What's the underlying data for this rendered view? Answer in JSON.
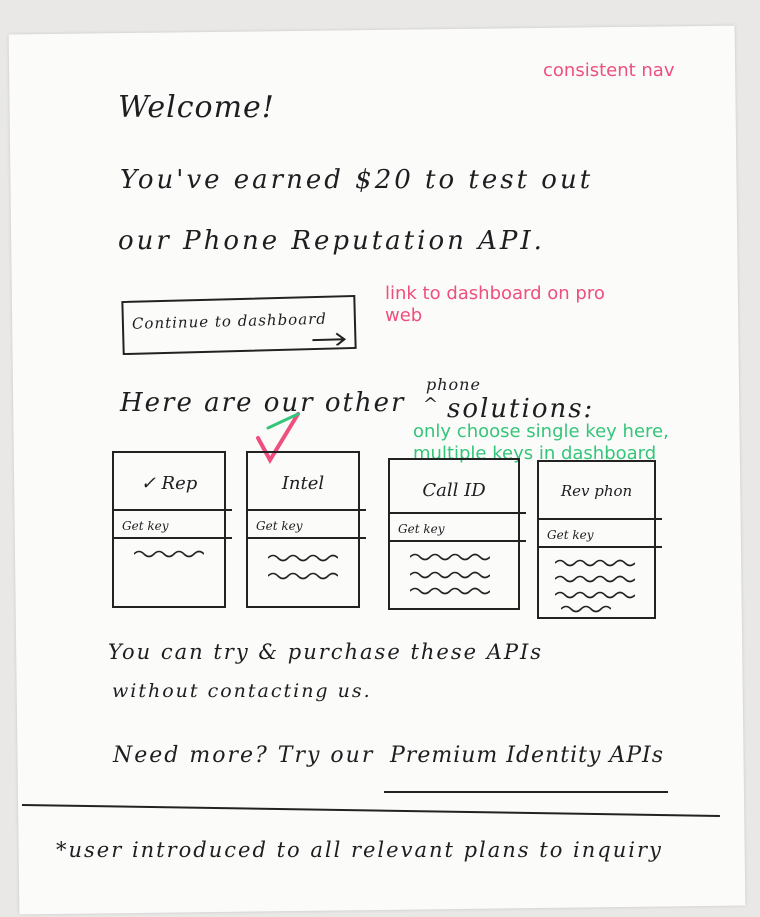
{
  "notes": {
    "nav": "consistent nav",
    "dashboard": "link to dashboard on pro web",
    "keys": "only choose single key here, multiple keys in dashboard"
  },
  "welcome": "Welcome!",
  "intro_line1": "You've earned $20 to test out",
  "intro_line2": "our Phone Reputation API.",
  "button_label": "Continue to dashboard",
  "solutions_prefix": "Here are our other",
  "caret_word": "phone",
  "solutions_suffix": "solutions:",
  "cards": [
    {
      "name": "Rep",
      "checked": true,
      "key": "Get key"
    },
    {
      "name": "Intel",
      "checked": false,
      "key": "Get key"
    },
    {
      "name": "Call ID",
      "checked": false,
      "key": "Get key"
    },
    {
      "name": "Rev phon",
      "checked": false,
      "key": "Get key"
    }
  ],
  "try_line1": "You can try & purchase these APIs",
  "try_line2": "without contacting us.",
  "more_prefix": "Need more? Try our",
  "more_link": "Premium Identity APIs",
  "footnote": "*user introduced to all relevant plans to inquiry",
  "colors": {
    "pink_note": "#ee4f7e",
    "green_note": "#35c57a",
    "ink": "#1e1d20"
  }
}
